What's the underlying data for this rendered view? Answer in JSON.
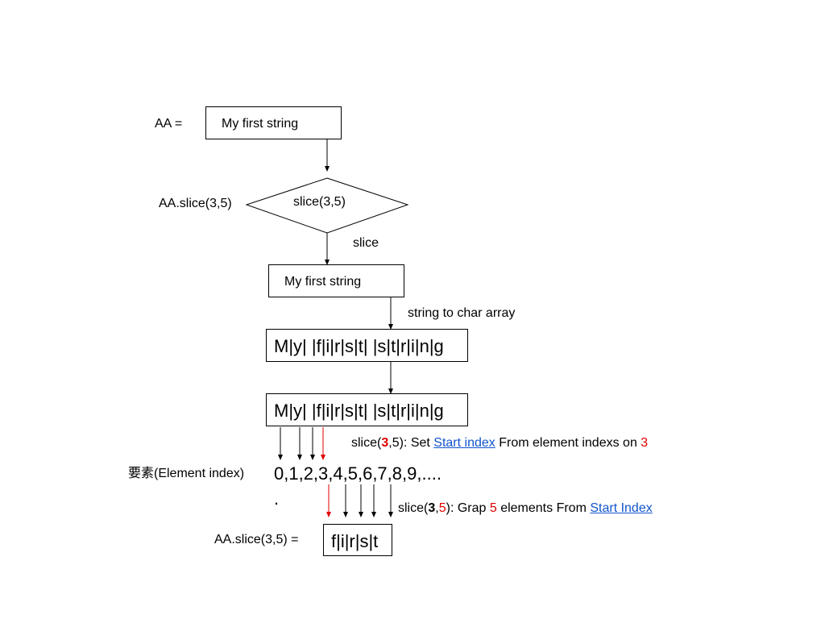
{
  "labels": {
    "aa_assign": "AA =",
    "aa_slice_call": "AA.slice(3,5)",
    "element_index": "要素(Element index)",
    "aa_slice_result": "AA.slice(3,5) ="
  },
  "boxes": {
    "original_string": "My first string",
    "sliced_string": "My first string",
    "char_array_1": "M|y| |f|i|r|s|t| |s|t|r|i|n|g",
    "char_array_2": "M|y| |f|i|r|s|t| |s|t|r|i|n|g",
    "result": "f|i|r|s|t"
  },
  "decision": {
    "label": "slice(3,5)"
  },
  "edge_labels": {
    "slice": "slice",
    "string_to_char_array": "string to char array"
  },
  "index_row": {
    "values": "0,1,2,3,4,5,6,7,8,9,....",
    "trailing": "."
  },
  "annotation_start": {
    "prefix": "slice(",
    "highlight_arg": "3",
    "mid": ",5): Set ",
    "link": "Start index",
    "after_link": " From element indexs on ",
    "highlight_value": "3"
  },
  "annotation_grab": {
    "prefix": "slice(",
    "arg1": "3",
    "comma": ",",
    "arg2": "5",
    "mid": "): Grap ",
    "count": "5",
    "after_count": " elements From ",
    "link": "Start Index"
  },
  "colors": {
    "highlight": "#e00000",
    "link": "#1155cc",
    "line": "#000000",
    "red_arrow": "#e00000"
  }
}
